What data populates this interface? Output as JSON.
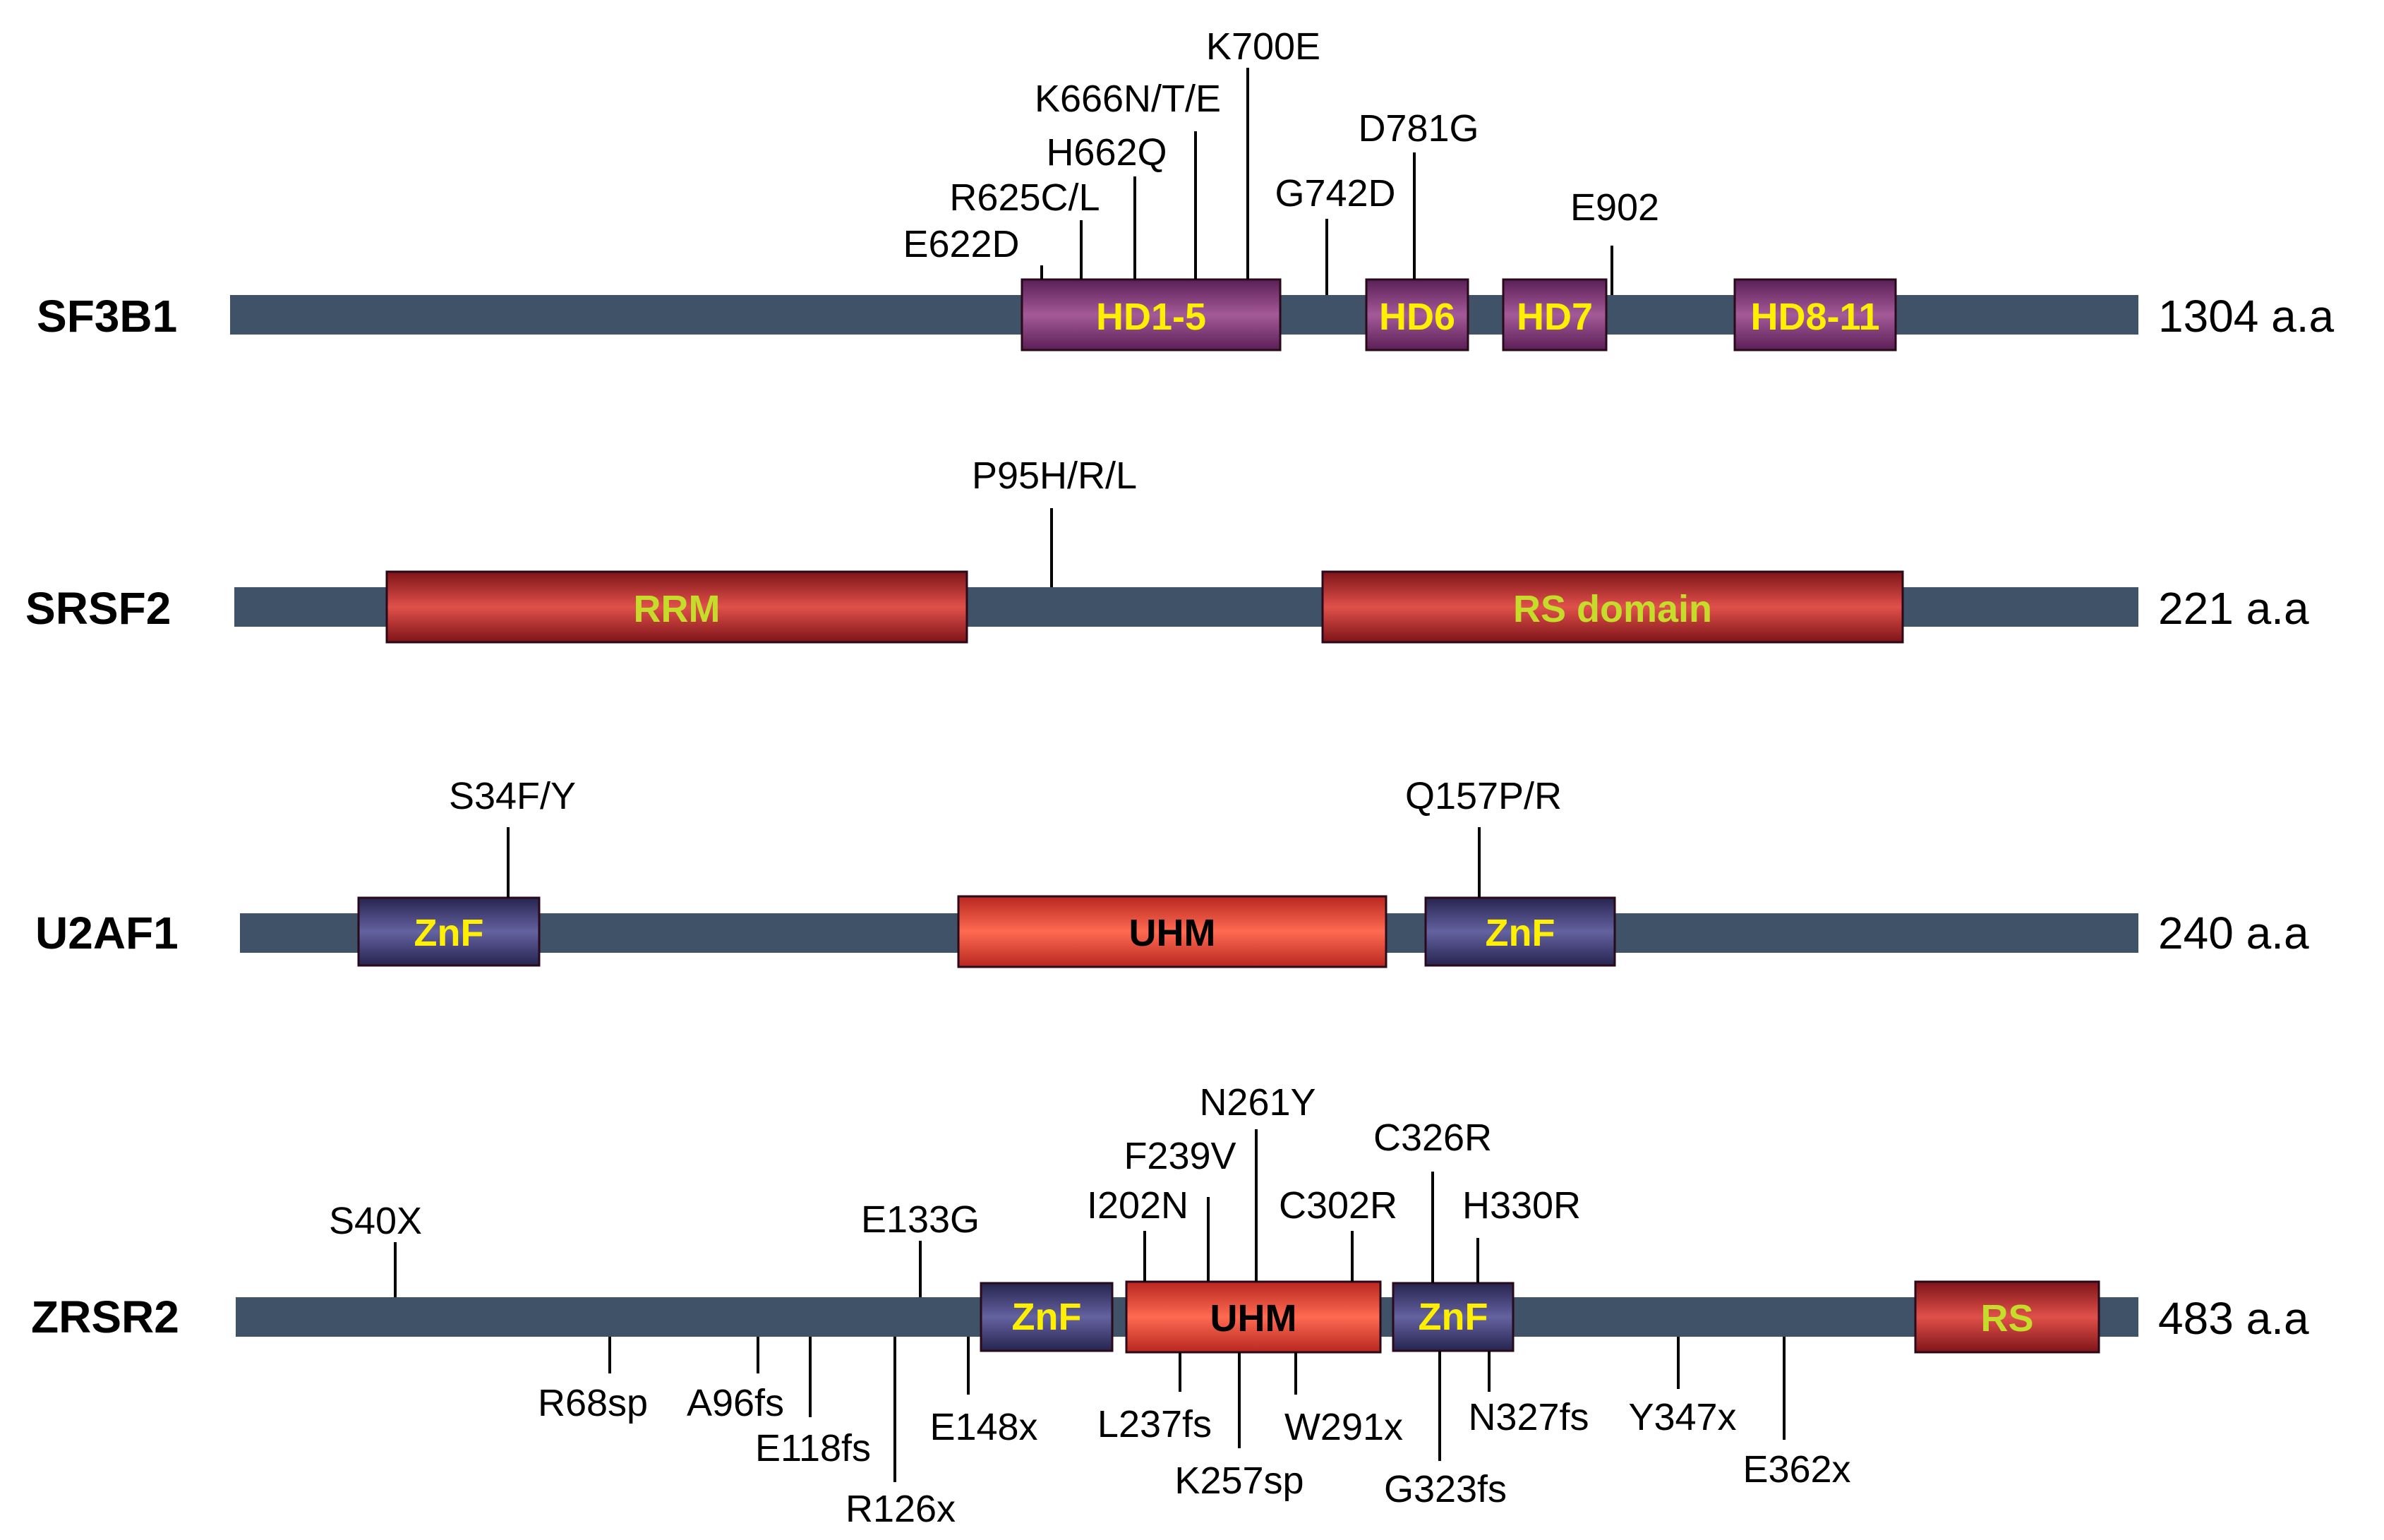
{
  "colors": {
    "backbone": "#3f5268",
    "domain_purple": "#8a3f80",
    "domain_red": "#c8393a",
    "domain_red_dark": "#8e1c20",
    "domain_orange_red": "#e64c3c",
    "domain_navy": "#3e3d78",
    "label_yellow": "#ffef00",
    "label_yellowgreen": "#c6dc2a",
    "label_black": "#000000"
  },
  "genes": [
    {
      "name": "SF3B1",
      "length_label": "1304 a.a",
      "domains": [
        {
          "label": "HD1-5",
          "style": "purple",
          "text_color": "yellow"
        },
        {
          "label": "HD6",
          "style": "purple",
          "text_color": "yellow"
        },
        {
          "label": "HD7",
          "style": "purple",
          "text_color": "yellow"
        },
        {
          "label": "HD8-11",
          "style": "purple",
          "text_color": "yellow"
        }
      ],
      "mutations_above": [
        "E622D",
        "R625C/L",
        "H662Q",
        "K666N/T/E",
        "K700E",
        "G742D",
        "D781G",
        "E902"
      ],
      "mutations_below": []
    },
    {
      "name": "SRSF2",
      "length_label": "221 a.a",
      "domains": [
        {
          "label": "RRM",
          "style": "red",
          "text_color": "yellowgreen"
        },
        {
          "label": "RS domain",
          "style": "red",
          "text_color": "yellowgreen"
        }
      ],
      "mutations_above": [
        "P95H/R/L"
      ],
      "mutations_below": []
    },
    {
      "name": "U2AF1",
      "length_label": "240 a.a",
      "domains": [
        {
          "label": "ZnF",
          "style": "navy",
          "text_color": "yellow"
        },
        {
          "label": "UHM",
          "style": "orange",
          "text_color": "black"
        },
        {
          "label": "ZnF",
          "style": "navy",
          "text_color": "yellow"
        }
      ],
      "mutations_above": [
        "S34F/Y",
        "Q157P/R"
      ],
      "mutations_below": []
    },
    {
      "name": "ZRSR2",
      "length_label": "483 a.a",
      "domains": [
        {
          "label": "ZnF",
          "style": "navy",
          "text_color": "yellow"
        },
        {
          "label": "UHM",
          "style": "orange",
          "text_color": "black"
        },
        {
          "label": "ZnF",
          "style": "navy",
          "text_color": "yellow"
        },
        {
          "label": "RS",
          "style": "red",
          "text_color": "yellowgreen"
        }
      ],
      "mutations_above": [
        "S40X",
        "E133G",
        "I202N",
        "F239V",
        "N261Y",
        "C302R",
        "C326R",
        "H330R"
      ],
      "mutations_below": [
        "R68sp",
        "A96fs",
        "E118fs",
        "R126x",
        "E148x",
        "L237fs",
        "K257sp",
        "W291x",
        "G323fs",
        "N327fs",
        "Y347x",
        "E362x"
      ]
    }
  ]
}
